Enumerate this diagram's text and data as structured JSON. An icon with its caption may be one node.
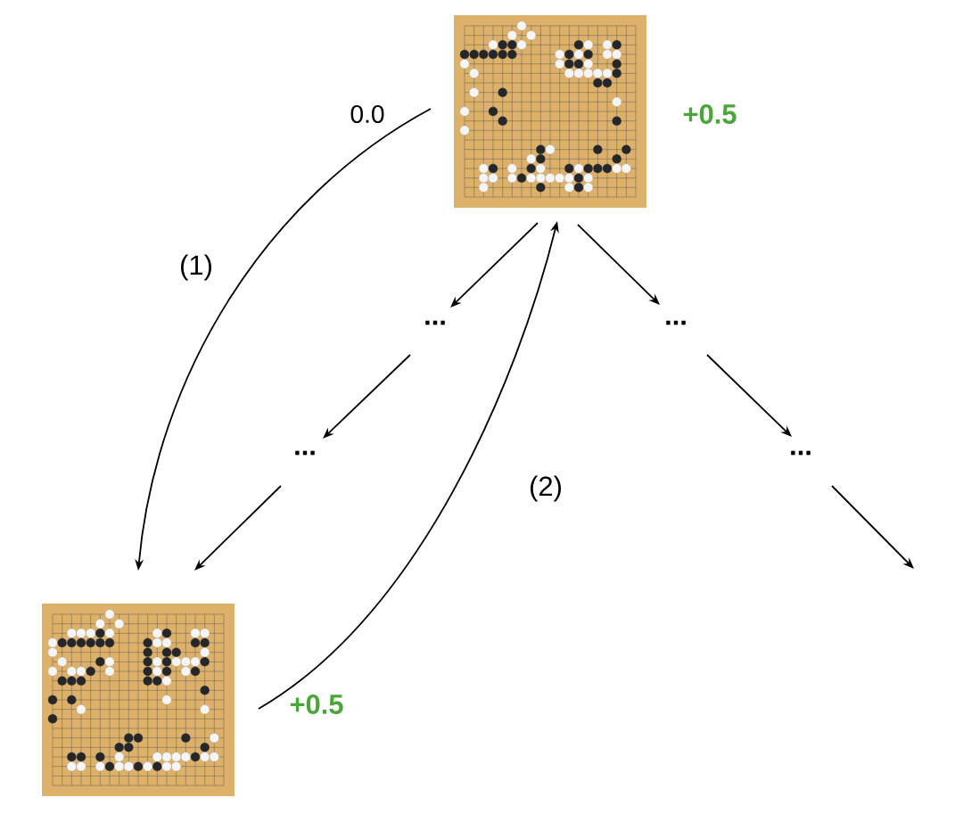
{
  "diagram": {
    "nodes": [
      {
        "text": [],
        "shape": "picture",
        "beside": [
          "+0.5"
        ]
      },
      {
        "text": [
          "..."
        ]
      },
      {
        "text": [
          "..."
        ]
      },
      {
        "text": [
          "..."
        ]
      },
      {
        "text": [
          "..."
        ]
      },
      {
        "text": [],
        "shape": "picture",
        "beside": [
          "+0.5"
        ]
      }
    ],
    "edges": [
      {
        "from": 0,
        "to": 1,
        "arrow": "to"
      },
      {
        "from": 0,
        "to": 2,
        "arrow": "to"
      },
      {
        "from": 1,
        "to": 3,
        "arrow": "to"
      },
      {
        "from": 2,
        "to": 4,
        "arrow": "to"
      },
      {
        "from": 3,
        "to": 5,
        "arrow": "to"
      },
      {
        "from": 4,
        "to": null,
        "arrow": "to"
      },
      {
        "from": 0,
        "to": 5,
        "arrow": "to",
        "label": "(1)"
      },
      {
        "from": 5,
        "to": 0,
        "arrow": "to",
        "label": "(2)"
      }
    ],
    "labels": [
      "0.0"
    ]
  }
}
